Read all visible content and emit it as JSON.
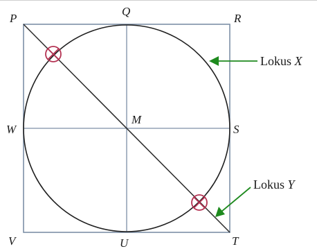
{
  "points": {
    "P": "P",
    "Q": "Q",
    "R": "R",
    "W": "W",
    "M": "M",
    "S": "S",
    "V": "V",
    "U": "U",
    "T": "T"
  },
  "loci": {
    "x": {
      "word": "Lokus",
      "var": "X"
    },
    "y": {
      "word": "Lokus",
      "var": "Y"
    }
  },
  "colors": {
    "square": "#7d8fa6",
    "circle": "#1f1f1f",
    "marker": "#b43252",
    "arrow": "#1e8a1e"
  }
}
